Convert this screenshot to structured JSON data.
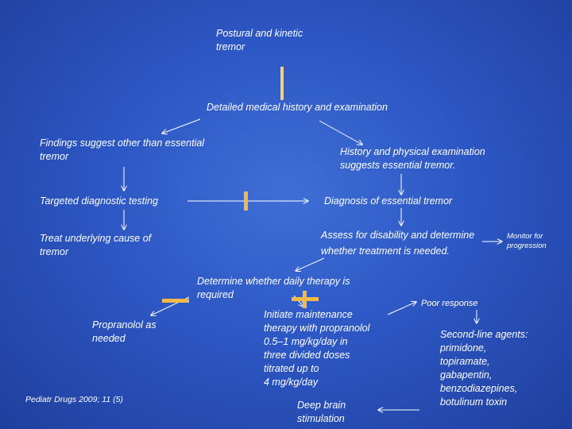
{
  "nodes": {
    "postural": "Postural and kinetic\ntremor",
    "history": "Detailed medical history and examination",
    "other_findings": "Findings suggest other than essential\ntremor",
    "suggests_et": "History and physical examination\nsuggests essential tremor.",
    "targeted": "Targeted diagnostic testing",
    "diagnosis_et": "Diagnosis of essential tremor",
    "treat_cause": "Treat underlying cause of\ntremor",
    "assess": "Assess for disability and determine\nwhether treatment is needed.",
    "monitor": "Monitor for\nprogression",
    "daily_therapy": "Determine whether daily therapy is\nrequired",
    "propranolol_needed": "Propranolol as\nneeded",
    "maintenance": "Initiate maintenance\ntherapy with propranolol\n0.5–1 mg/kg/day in\nthree divided doses\ntitrated up to\n4 mg/kg/day",
    "poor_response": "Poor response",
    "second_line": "Second-line agents:\nprimidone,\ntopiramate,\ngabapentin,\nbenzodiazepines,\nbotulinum toxin",
    "dbs": "Deep brain\nstimulation",
    "citation": "Pediatr Drugs 2009; 11 (5)"
  },
  "colors": {
    "background": "#2d57c4",
    "text": "#ffffff",
    "connector": "#f1d08a"
  }
}
